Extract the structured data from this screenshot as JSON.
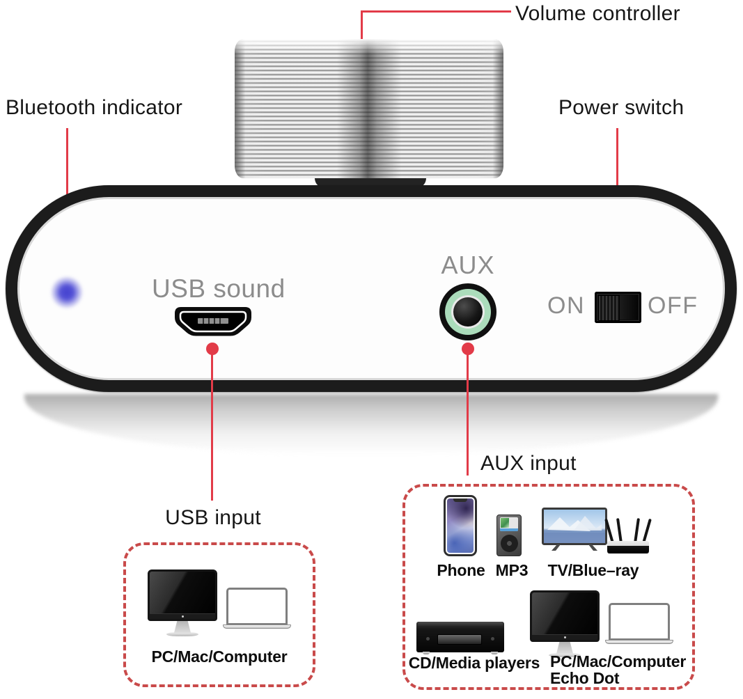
{
  "colors": {
    "accent_red": "#e23b48",
    "dashed_border_red": "#c94a4a",
    "led_blue": "#4b49d6",
    "aux_ring_green": "#abdcbb",
    "device_border_black": "#1c1c1c",
    "muted_label_gray": "#8c8c8c"
  },
  "callouts": {
    "volume": {
      "label": "Volume controller"
    },
    "bluetooth": {
      "label": "Bluetooth indicator"
    },
    "power": {
      "label": "Power switch"
    }
  },
  "device_panel": {
    "usb_port_label": "USB sound",
    "aux_port_label": "AUX",
    "switch_on": "ON",
    "switch_off": "OFF",
    "icons": [
      "volume-knob",
      "bluetooth-led",
      "micro-usb-port",
      "aux-jack",
      "power-switch"
    ]
  },
  "usb_input_section": {
    "title": "USB input",
    "devices": [
      {
        "label": "PC/Mac/Computer",
        "icons": [
          "imac-icon",
          "laptop-icon"
        ]
      }
    ]
  },
  "aux_input_section": {
    "title": "AUX input",
    "devices": [
      {
        "label": "Phone",
        "icons": [
          "smartphone-icon"
        ]
      },
      {
        "label": "MP3",
        "icons": [
          "mp3-player-icon"
        ]
      },
      {
        "label": "TV/Blue–ray",
        "icons": [
          "tv-icon",
          "router-icon"
        ]
      },
      {
        "label": "CD/Media players",
        "icons": [
          "cd-player-icon"
        ]
      },
      {
        "label": "PC/Mac/Computer",
        "label_line2": "Echo Dot",
        "icons": [
          "imac-icon",
          "laptop-icon"
        ]
      }
    ]
  }
}
